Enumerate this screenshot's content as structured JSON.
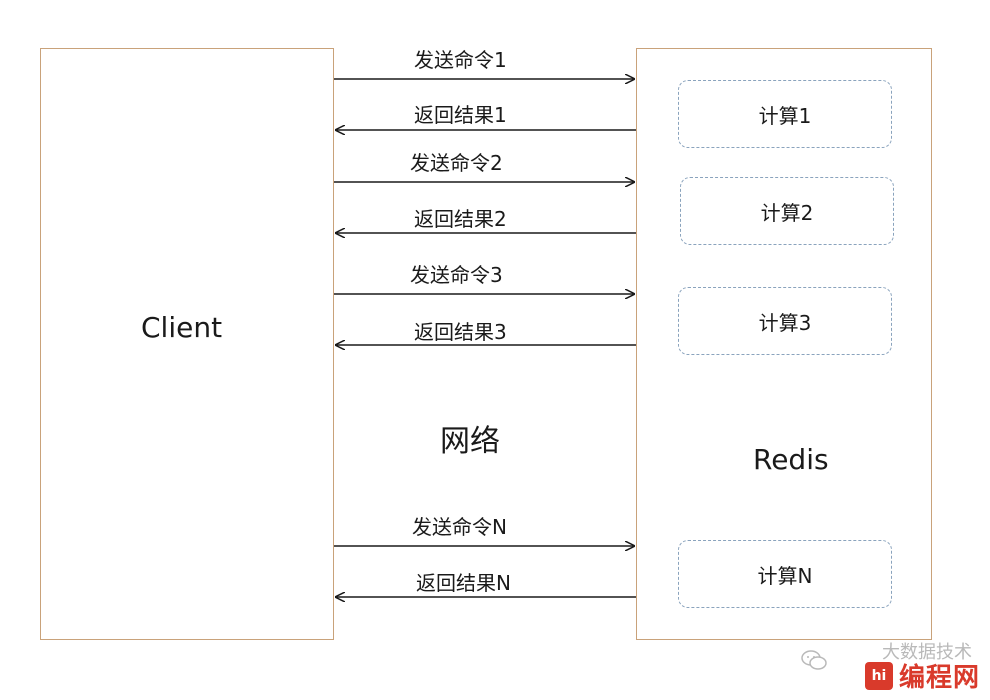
{
  "client": {
    "label": "Client"
  },
  "redis": {
    "label": "Redis"
  },
  "network": {
    "label": "网络"
  },
  "messages": [
    {
      "label": "发送命令1",
      "direction": "to-redis"
    },
    {
      "label": "返回结果1",
      "direction": "to-client"
    },
    {
      "label": "发送命令2",
      "direction": "to-redis"
    },
    {
      "label": "返回结果2",
      "direction": "to-client"
    },
    {
      "label": "发送命令3",
      "direction": "to-redis"
    },
    {
      "label": "返回结果3",
      "direction": "to-client"
    },
    {
      "label": "发送命令N",
      "direction": "to-redis"
    },
    {
      "label": "返回结果N",
      "direction": "to-client"
    }
  ],
  "computations": [
    {
      "label": "计算1"
    },
    {
      "label": "计算2"
    },
    {
      "label": "计算3"
    },
    {
      "label": "计算N"
    }
  ],
  "watermark": {
    "faint_text": "大数据技术",
    "site_logo": "hi",
    "site_name": "编程网"
  },
  "colors": {
    "box_border": "#c9a27a",
    "calc_border": "#8aa3bd",
    "arrow": "#1a1a1a",
    "watermark_brand": "#d93a2b"
  }
}
